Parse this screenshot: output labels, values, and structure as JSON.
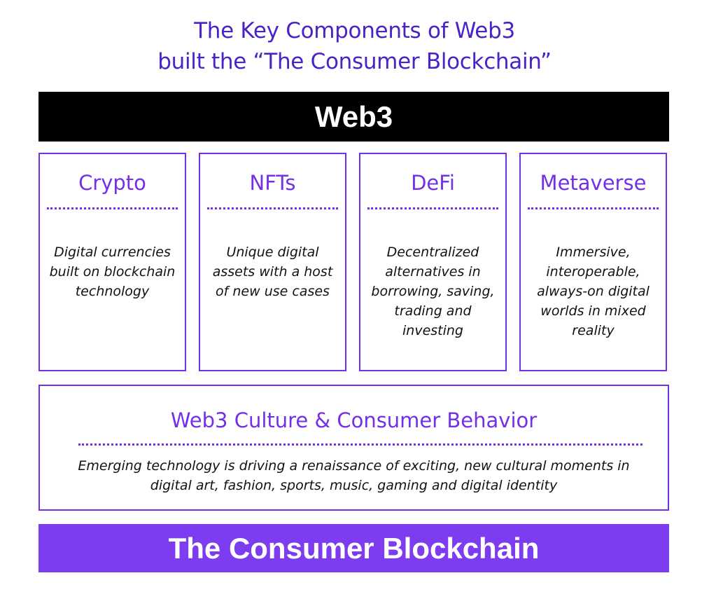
{
  "header": {
    "title_line1": "The Key Components of Web3",
    "title_line2": "built the “The Consumer Blockchain”"
  },
  "web3_bar": {
    "label": "Web3"
  },
  "components": [
    {
      "title": "Crypto",
      "description": "Digital currencies built on blockchain technology"
    },
    {
      "title": "NFTs",
      "description": "Unique digital assets with a host of new use cases"
    },
    {
      "title": "DeFi",
      "description": "Decentralized alternatives in borrowing, saving, trading and investing"
    },
    {
      "title": "Metaverse",
      "description": "Immersive, interoperable, always-on digital worlds in mixed reality"
    }
  ],
  "culture": {
    "title": "Web3 Culture & Consumer Behavior",
    "description": "Emerging technology is driving a renaissance of exciting, new cultural moments in digital art, fashion, sports, music, gaming and digital identity"
  },
  "footer_bar": {
    "label": "The Consumer Blockchain"
  },
  "colors": {
    "title_text": "#4a22c6",
    "accent": "#7330e8",
    "footer_bar": "#7d3cf0",
    "web3_bar": "#000000"
  }
}
